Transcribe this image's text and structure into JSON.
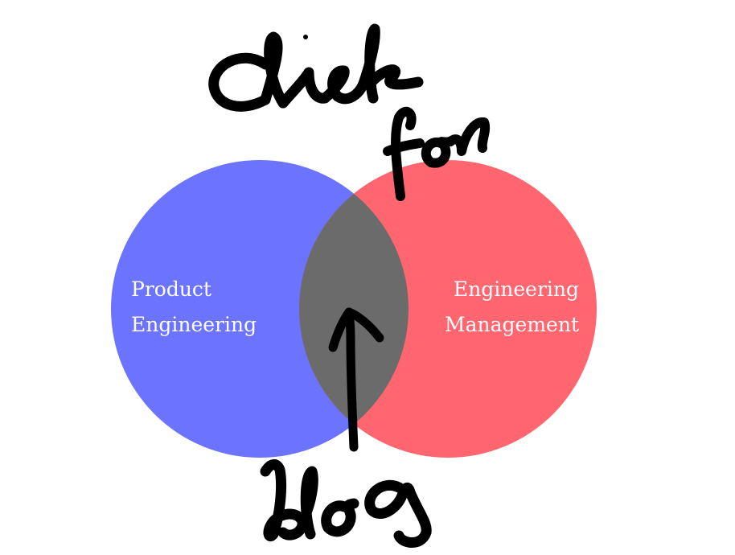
{
  "diagram": {
    "left_circle": {
      "label_lines": [
        "Product",
        "Engineering"
      ],
      "color": "#6b73ff"
    },
    "right_circle": {
      "label_lines": [
        "Engineering",
        "Management"
      ],
      "color": "#ff6670"
    },
    "overlap": {
      "color": "#6b6b6b"
    }
  },
  "handwriting": {
    "words": [
      "click",
      "for",
      "blog"
    ],
    "ink_color": "#000000"
  }
}
